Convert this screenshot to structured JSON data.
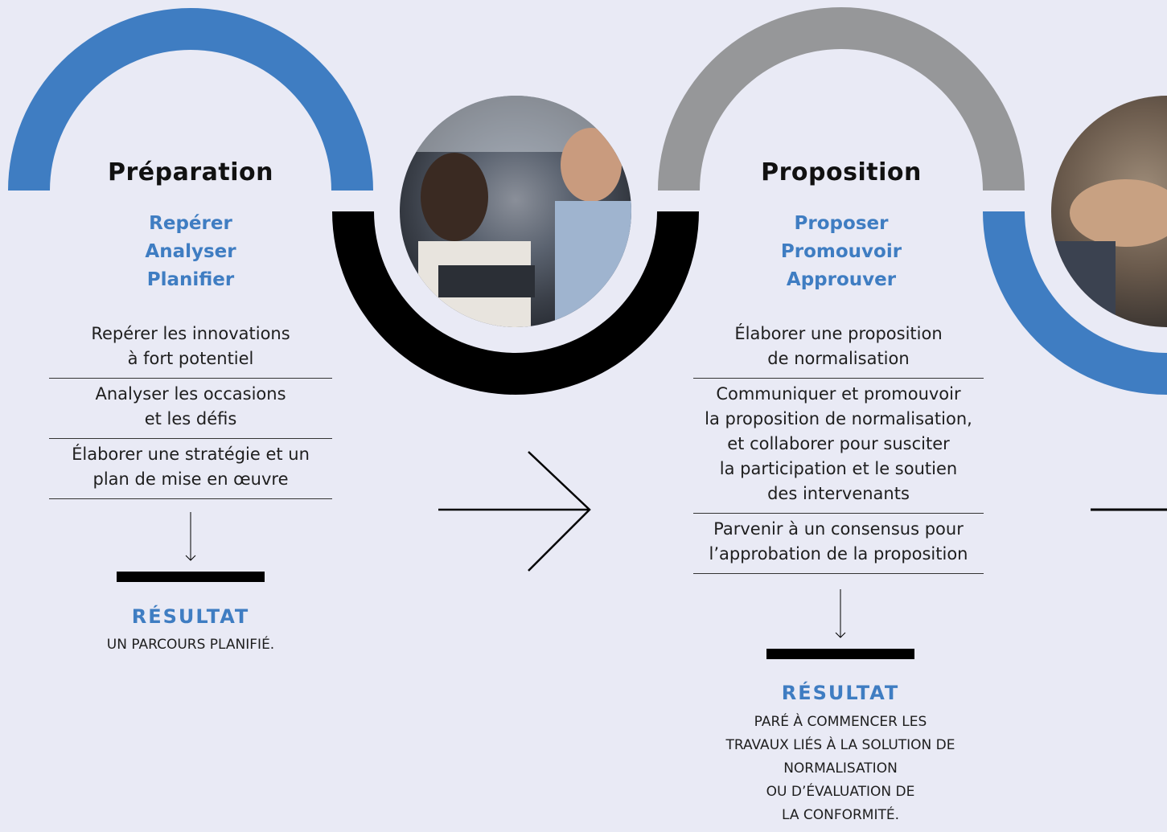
{
  "colors": {
    "accent_blue": "#3f7dc2",
    "grey_arc": "#969799",
    "black_arc": "#000000",
    "background": "#e9eaf5"
  },
  "stages": [
    {
      "title": "Préparation",
      "verbs": [
        "Repérer",
        "Analyser",
        "Planifier"
      ],
      "steps": [
        "Repérer les innovations\nà fort potentiel",
        "Analyser les occasions\net les défis",
        "Élaborer une stratégie et un\nplan de mise en œuvre"
      ],
      "result_label": "RÉSULTAT",
      "result_text": "UN PARCOURS PLANIFIÉ."
    },
    {
      "title": "Proposition",
      "verbs": [
        "Proposer",
        "Promouvoir",
        "Approuver"
      ],
      "steps": [
        "Élaborer une proposition\nde normalisation",
        "Communiquer et promouvoir\nla proposition de normalisation,\net collaborer pour susciter\nla participation et le soutien\ndes intervenants",
        "Parvenir à un consensus pour\nl’approbation de la proposition"
      ],
      "result_label": "RÉSULTAT",
      "result_text": "PARÉ À COMMENCER LES\nTRAVAUX LIÉS À LA SOLUTION DE\nNORMALISATION\nOU D’ÉVALUATION DE\nLA CONFORMITÉ."
    }
  ],
  "icons": {
    "photo_1": "meeting-photo-icon",
    "photo_2": "handshake-photo-icon",
    "arrow": "arrow-right-icon"
  }
}
